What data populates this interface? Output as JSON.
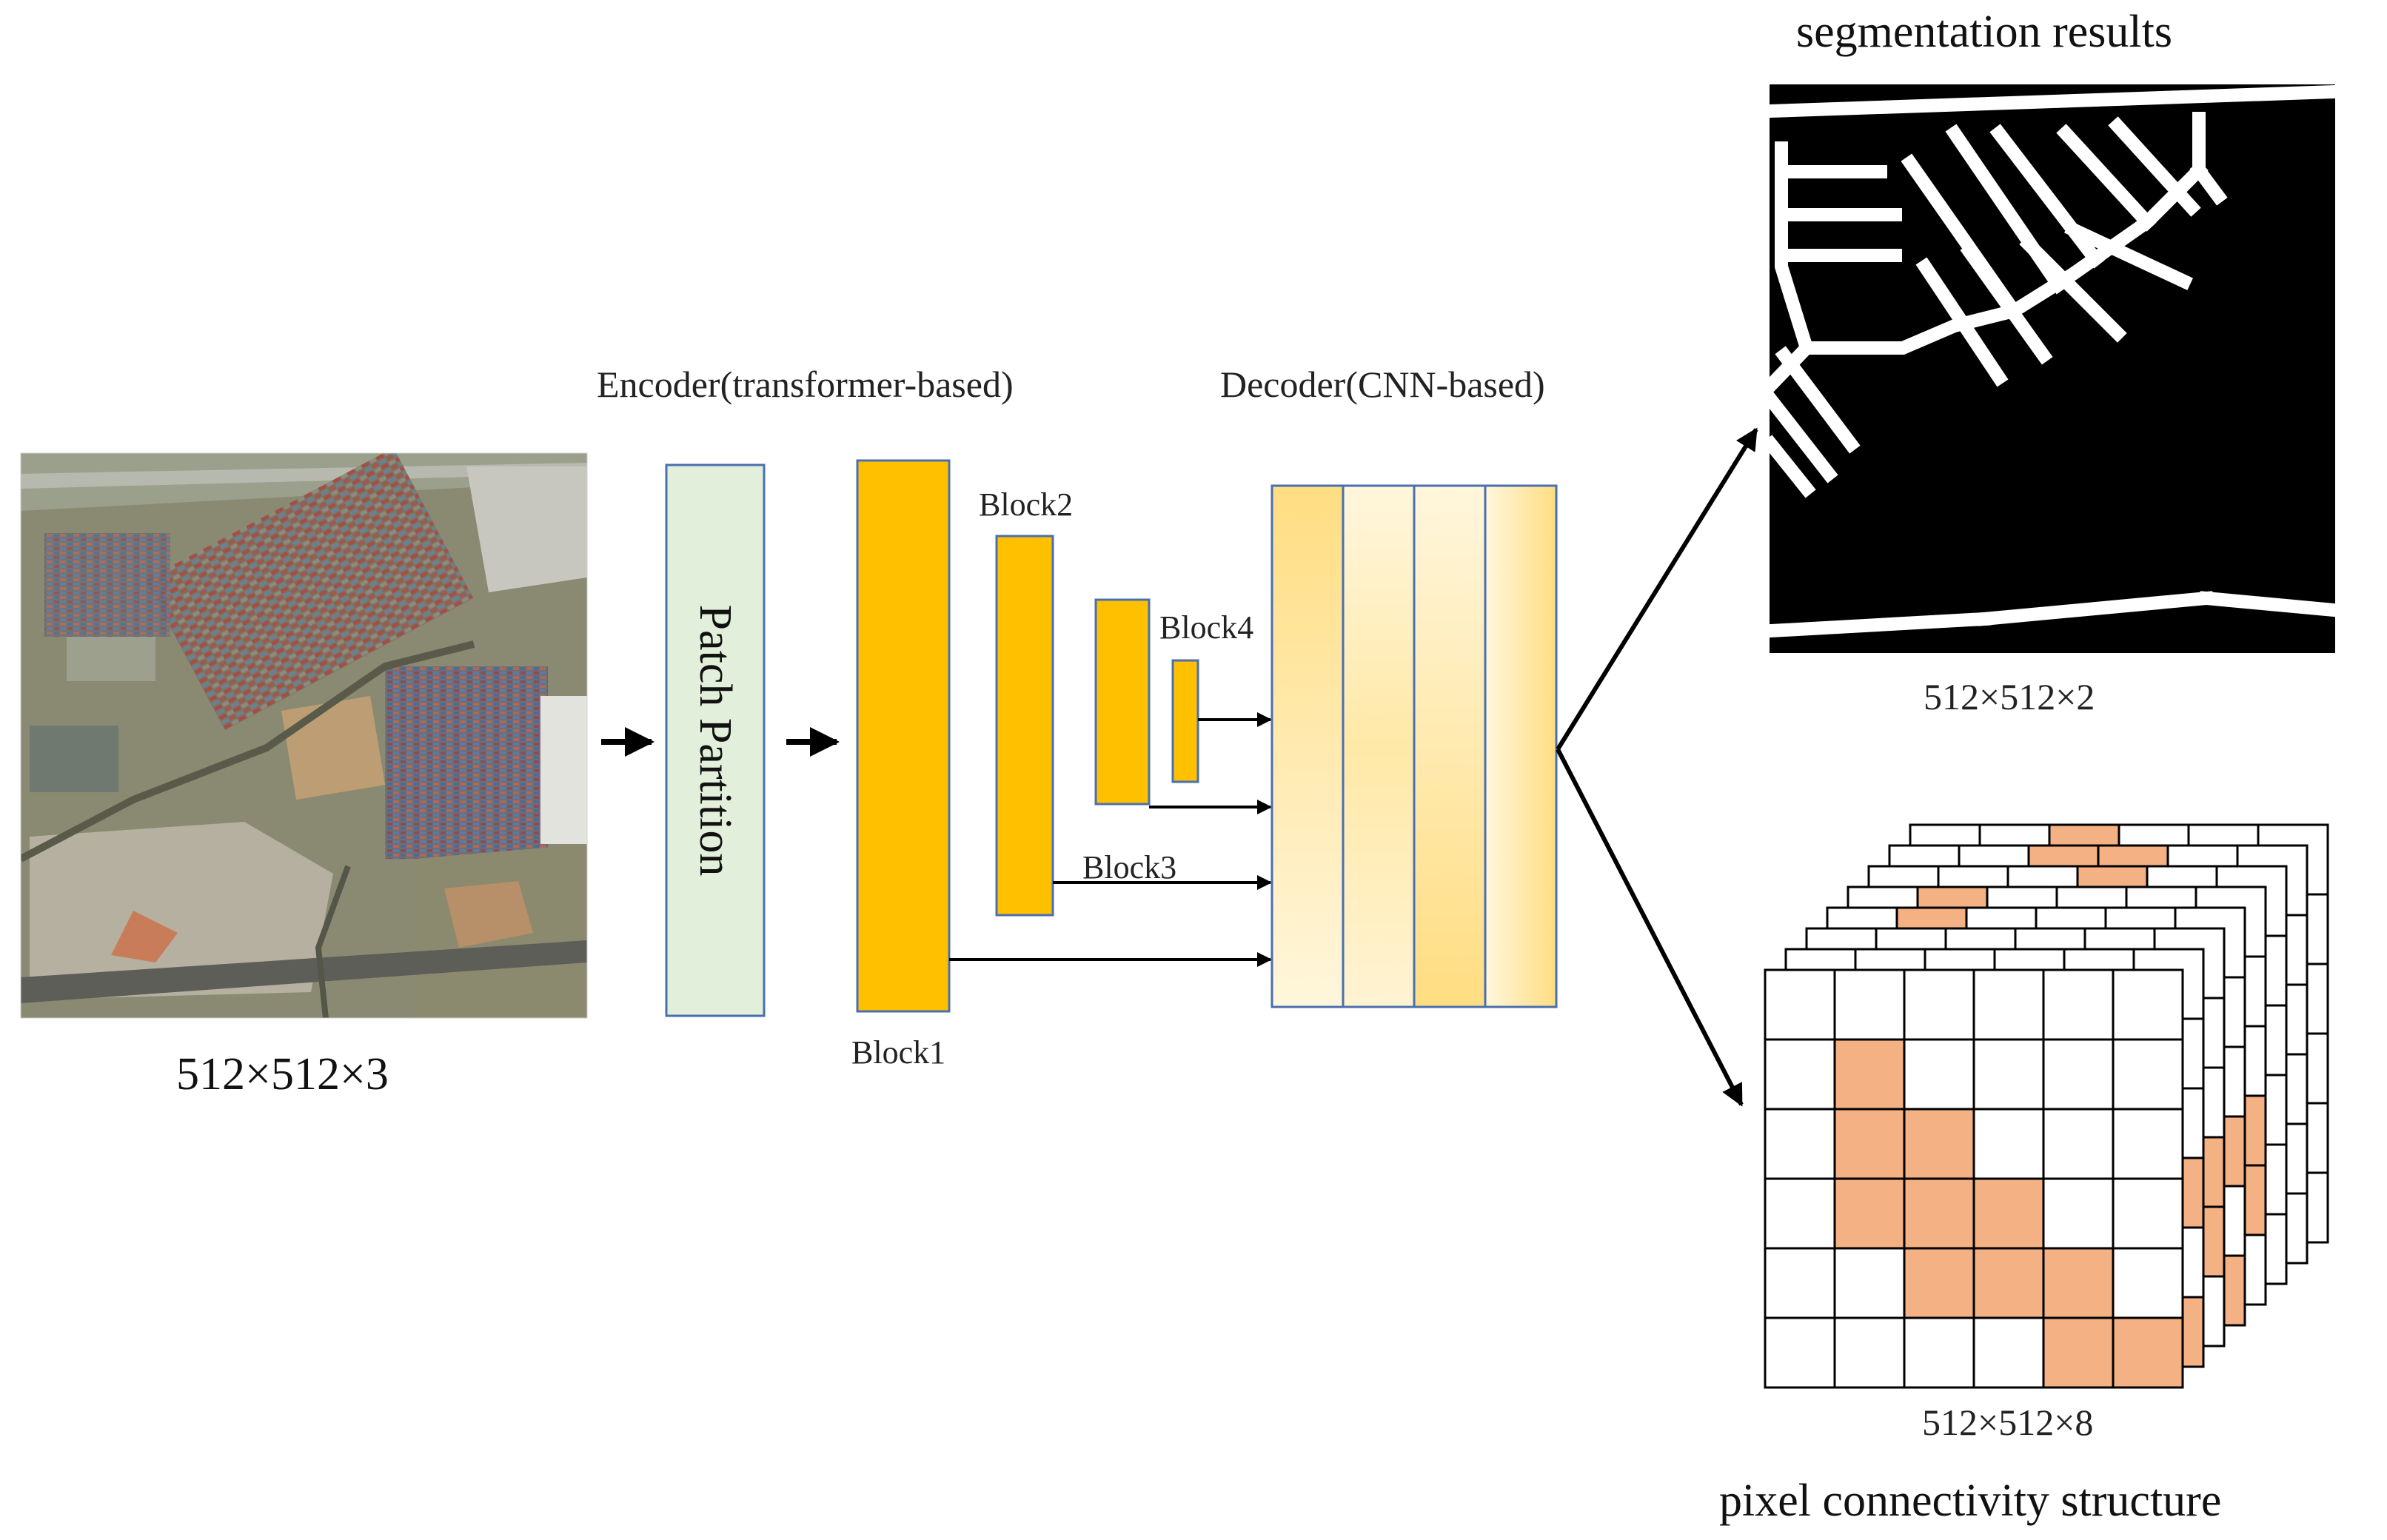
{
  "encoder": {
    "title": "Encoder(transformer-based)",
    "patch_partition": "Patch Partition",
    "blocks": [
      "Block1",
      "Block2",
      "Block3",
      "Block4"
    ]
  },
  "decoder": {
    "title": "Decoder(CNN-based)"
  },
  "input": {
    "dims": "512×512×3"
  },
  "outputs": {
    "segmentation_title": "segmentation results",
    "segmentation_dims": "512×512×2",
    "connectivity_dims": "512×512×8",
    "connectivity_title": "pixel connectivity structure"
  },
  "colors": {
    "block_fill": "#FFC000",
    "block_border": "#4A6FB0",
    "patch_fill": "#E2EFDA",
    "decoder_light": "#FFF6DC",
    "decoder_dark": "#FFDD82",
    "highlight_cell": "#F4B183",
    "mask_bg": "#000000",
    "road": "#ffffff"
  }
}
